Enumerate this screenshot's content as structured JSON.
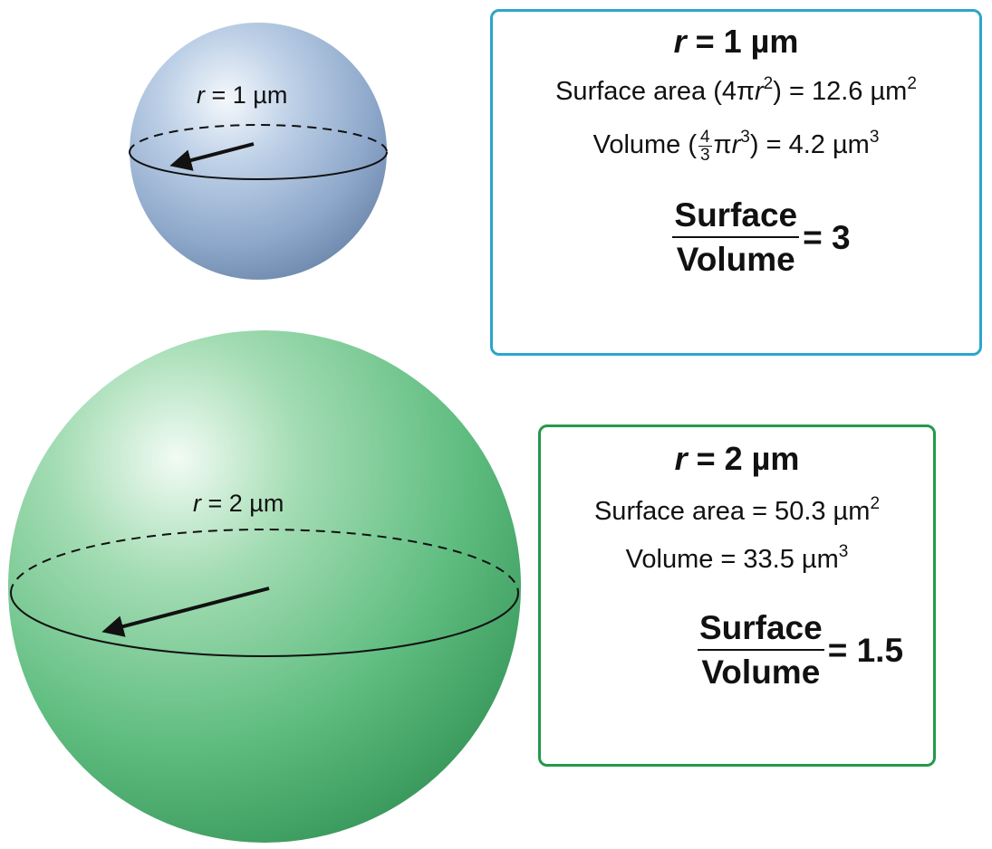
{
  "small_sphere": {
    "label_var": "r",
    "label_rest": " = 1 µm",
    "color": "#9db7d6"
  },
  "large_sphere": {
    "label_var": "r",
    "label_rest": " = 2 µm",
    "color": "#6cc58a"
  },
  "box1": {
    "border_color": "#2aa6cc",
    "head_var": "r",
    "head_rest": " = 1 µm",
    "sa_prefix": "Surface area (4π",
    "sa_var": "r",
    "sa_exp": "2",
    "sa_suffix": ") = 12.6 µm",
    "sa_unit_exp": "2",
    "vol_prefix": "Volume (",
    "vol_frac_num": "4",
    "vol_frac_den": "3",
    "vol_pi": "π",
    "vol_var": "r",
    "vol_exp": "3",
    "vol_suffix": ") = 4.2 µm",
    "vol_unit_exp": "3",
    "ratio_num": "Surface",
    "ratio_den": "Volume",
    "ratio_value": "= 3"
  },
  "box2": {
    "border_color": "#23994a",
    "head_var": "r",
    "head_rest": " = 2 µm",
    "sa_text": "Surface area = 50.3 µm",
    "sa_unit_exp": "2",
    "vol_text": "Volume = 33.5 µm",
    "vol_unit_exp": "3",
    "ratio_num": "Surface",
    "ratio_den": "Volume",
    "ratio_value": "= 1.5"
  }
}
